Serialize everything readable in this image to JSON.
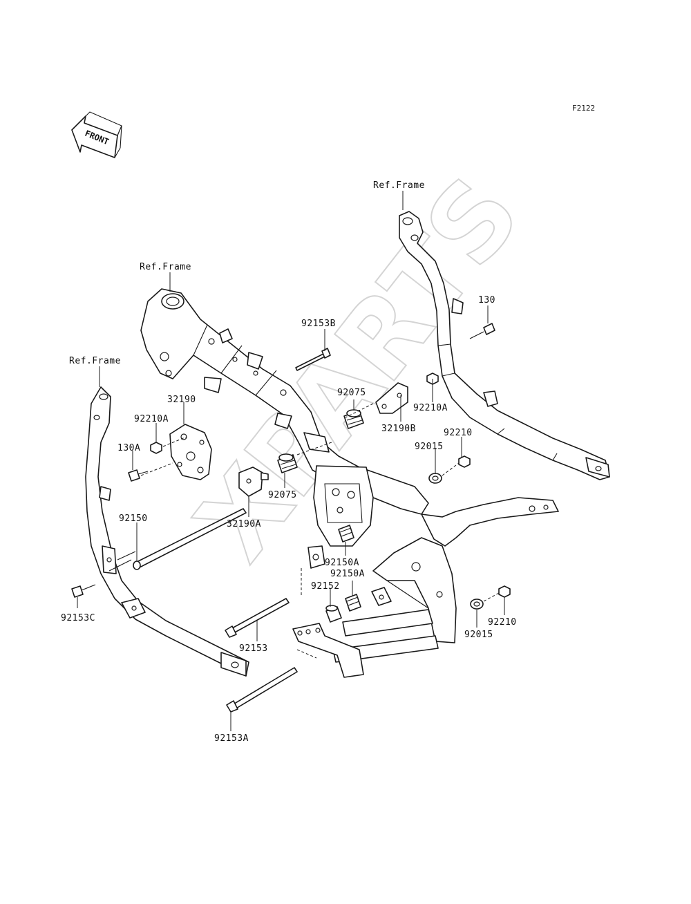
{
  "diagram_code": "F2122",
  "front_arrow_label": "FRONT",
  "watermark": "XPARTS",
  "labels": {
    "ref_frame_top": "Ref.Frame",
    "ref_frame_mid": "Ref.Frame",
    "ref_frame_left": "Ref.Frame",
    "p130": "130",
    "p92153B": "92153B",
    "p92075_top": "92075",
    "p32190B": "32190B",
    "p92210A_right": "92210A",
    "p92210_top": "92210",
    "p92015_top": "92015",
    "p32190": "32190",
    "p92210A_left": "92210A",
    "p130A": "130A",
    "p92075_mid": "92075",
    "p32190A": "32190A",
    "p92150": "92150",
    "p92150A_a": "92150A",
    "p92150A_b": "92150A",
    "p92152": "92152",
    "p92153C": "92153C",
    "p92153": "92153",
    "p92210_bottom": "92210",
    "p92015_bottom": "92015",
    "p92153A": "92153A"
  }
}
